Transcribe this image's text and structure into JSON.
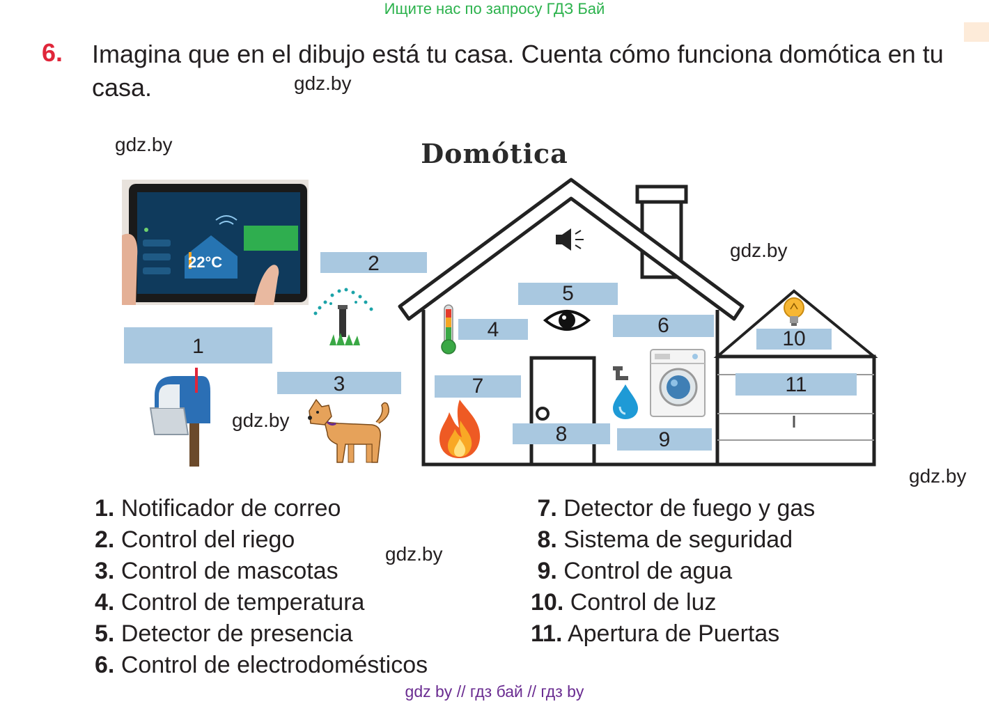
{
  "banner": "Ищите нас по запросу ГДЗ Бай",
  "exercise": {
    "number": "6.",
    "text": "Imagina que en el dibujo está tu casa. Cuenta cómo funciona domótica en tu casa."
  },
  "watermark": "gdz.by",
  "diagram": {
    "title": "Domótica",
    "tablet_temp": "22°C",
    "labels": [
      "1",
      "2",
      "3",
      "4",
      "5",
      "6",
      "7",
      "8",
      "9",
      "10",
      "11"
    ]
  },
  "legend": [
    {
      "n": "1.",
      "text": "Notificador de correo"
    },
    {
      "n": "2.",
      "text": "Control del riego"
    },
    {
      "n": "3.",
      "text": "Control de mascotas"
    },
    {
      "n": "4.",
      "text": "Control de temperatura"
    },
    {
      "n": "5.",
      "text": "Detector de presencia"
    },
    {
      "n": "6.",
      "text": "Control de electrodomésticos"
    },
    {
      "n": "7.",
      "text": "Detector de fuego y gas"
    },
    {
      "n": "8.",
      "text": "Sistema de seguridad"
    },
    {
      "n": "9.",
      "text": "Control de agua"
    },
    {
      "n": "10.",
      "text": "Control de luz"
    },
    {
      "n": "11.",
      "text": "Apertura de Puertas"
    }
  ],
  "footer": "gdz by  //  гдз бай  //  гдз by",
  "colors": {
    "number": "#e0263a",
    "banner": "#2bb24c",
    "footer": "#6a2c91",
    "label_fill": "#a9c8e0"
  }
}
